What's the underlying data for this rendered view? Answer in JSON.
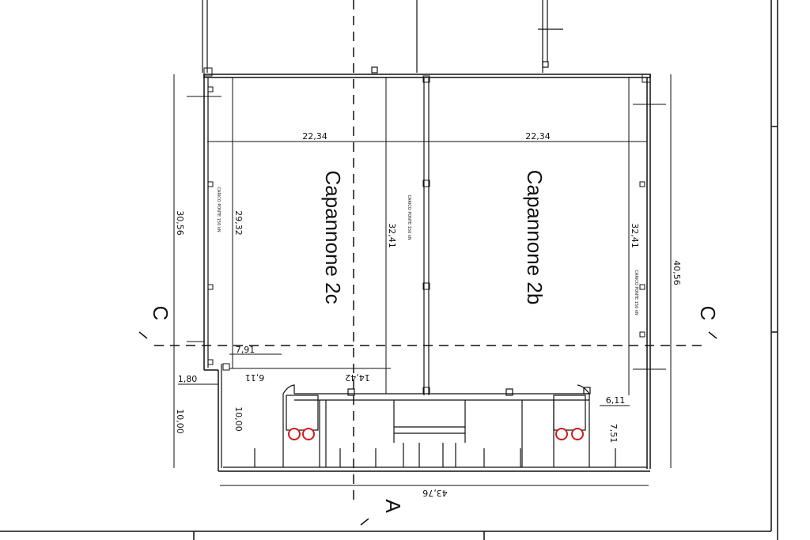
{
  "rooms": {
    "left": "Capannone 2c",
    "right": "Capannone 2b"
  },
  "dimensions": {
    "width_left": "22,34",
    "width_right": "22,34",
    "overall_left": "30,56",
    "inner_left": "29,32",
    "mid_depth": "32,41",
    "right_depth": "32,41",
    "overall_right": "40,56",
    "corner_offset": "1,80",
    "office_depth_outer": "10,00",
    "office_depth_inner": "10,00",
    "office_w_left": "7,91",
    "office_w_left_b": "6,11",
    "office_total": "14,42",
    "office_w_right": "6,11",
    "office_h_right": "7,51",
    "total_width": "43,76"
  },
  "notes": {
    "load_left": "CARICO PONTE 150 kN",
    "load_mid": "CARICO PONTE 150 kN",
    "load_right": "CARICO PONTE 150 kN"
  },
  "sections": {
    "c_left": "C",
    "c_right": "C",
    "a_bottom": "A"
  }
}
